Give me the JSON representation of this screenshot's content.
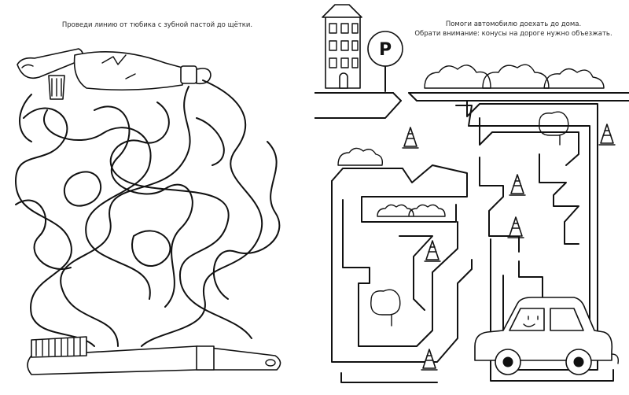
{
  "left_page": {
    "instruction": "Проведи линию от тюбика с зубной пастой до щётки."
  },
  "right_page": {
    "instruction_line1": "Помоги автомобилю доехать до дома.",
    "instruction_line2": "Обрати внимание: конусы на дороге нужно объезжать.",
    "parking_sign_letter": "P"
  },
  "colors": {
    "ink": "#111111",
    "paper": "#ffffff"
  }
}
